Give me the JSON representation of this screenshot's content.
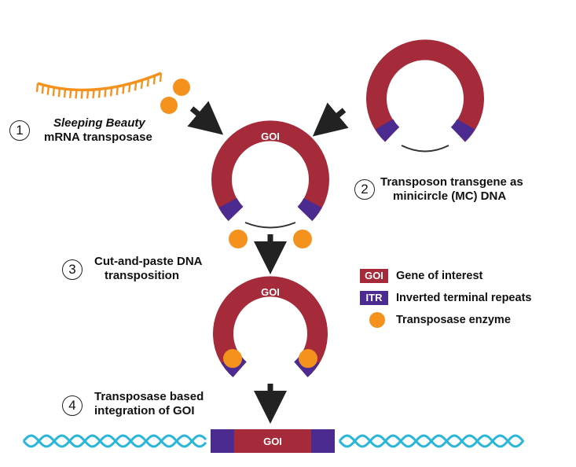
{
  "colors": {
    "goi": "#A52A3A",
    "itr": "#4B2B8F",
    "enzyme": "#F5921E",
    "mrna": "#F5921E",
    "dna": "#29B6D8",
    "arrow": "#222222"
  },
  "steps": [
    {
      "number": "1",
      "label_italic": "Sleeping Beauty",
      "label": "mRNA transposase"
    },
    {
      "number": "2",
      "label_line1": "Transposon transgene as",
      "label_line2": "minicircle (MC) DNA"
    },
    {
      "number": "3",
      "label_line1": "Cut-and-paste DNA",
      "label_line2": "transposition"
    },
    {
      "number": "4",
      "label_line1": "Transposase based",
      "label_line2": "integration of GOI"
    }
  ],
  "ring_label": "GOI",
  "legend": [
    {
      "key": "GOI",
      "text": "Gene of interest",
      "color": "#A52A3A"
    },
    {
      "key": "ITR",
      "text": "Inverted terminal repeats",
      "color": "#4B2B8F"
    },
    {
      "key": "",
      "text": "Transposase enzyme",
      "color": "#F5921E"
    }
  ]
}
